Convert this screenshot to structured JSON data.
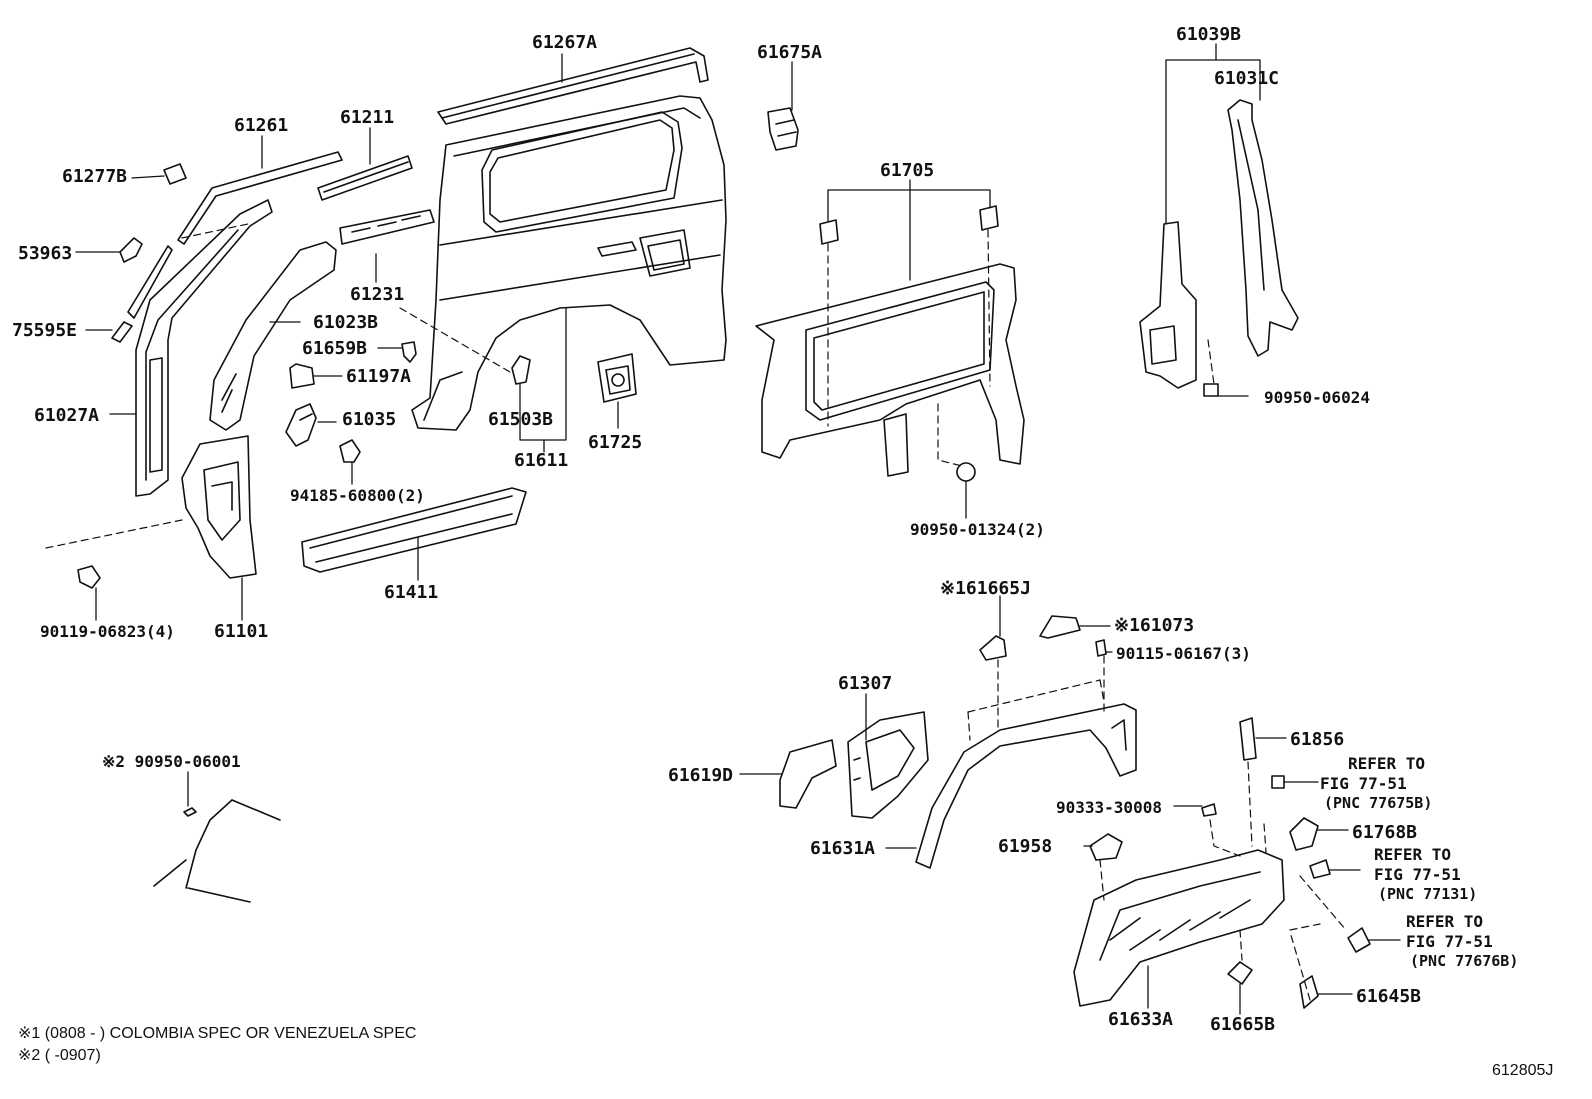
{
  "parts": {
    "p61267A": "61267A",
    "p61675A": "61675A",
    "p61039B": "61039B",
    "p61031C": "61031C",
    "p61261": "61261",
    "p61211": "61211",
    "p61277B": "61277B",
    "p53963": "53963",
    "p61231": "61231",
    "p61705": "61705",
    "p75595E": "75595E",
    "p61023B": "61023B",
    "p61659B": "61659B",
    "p61197A": "61197A",
    "p61027A": "61027A",
    "p61035": "61035",
    "p61503B": "61503B",
    "p61725": "61725",
    "p61611": "61611",
    "p90950_06024": "90950-06024",
    "p94185": "94185-60800(2)",
    "p90950_01324": "90950-01324(2)",
    "p61411": "61411",
    "p90119": "90119-06823(4)",
    "p61101": "61101",
    "p61665J": "※161665J",
    "p61073": "※161073",
    "p90115": "90115-06167(3)",
    "p61307": "61307",
    "p61856": "61856",
    "p90950_06001": "※2 90950-06001",
    "p61619D": "61619D",
    "p90333": "90333-30008",
    "p61768B": "61768B",
    "p61958": "61958",
    "p61631A": "61631A",
    "p61633A": "61633A",
    "p61665B": "61665B",
    "p61645B": "61645B"
  },
  "refs": [
    {
      "line1": "REFER TO",
      "line2": "FIG 77-51",
      "line3": "(PNC 77675B)"
    },
    {
      "line1": "REFER TO",
      "line2": "FIG 77-51",
      "line3": "(PNC 77131)"
    },
    {
      "line1": "REFER TO",
      "line2": "FIG 77-51",
      "line3": "(PNC 77676B)"
    }
  ],
  "notes": {
    "note1": "※1 (0808 -          ) COLOMBIA SPEC OR VENEZUELA SPEC",
    "note2": "※2 (         -0907)"
  },
  "figure_id": "612805J"
}
